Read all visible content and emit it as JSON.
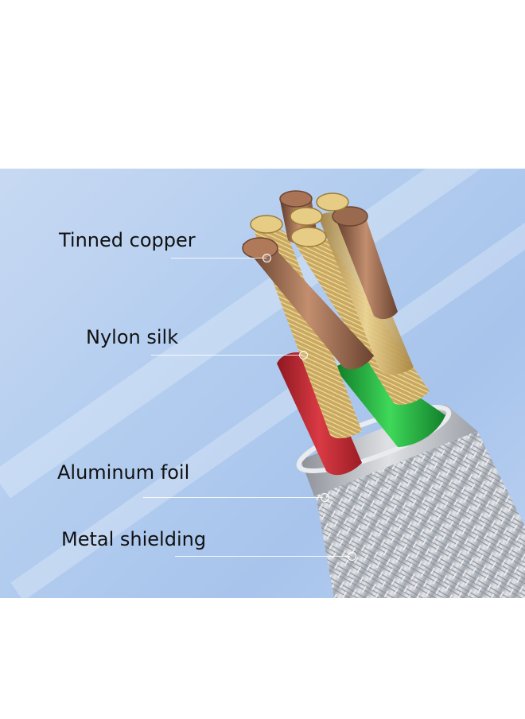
{
  "labels": {
    "tinned_copper": "Tinned copper",
    "nylon_silk": "Nylon silk",
    "aluminum_foil": "Aluminum foil",
    "metal_shielding": "Metal shielding"
  },
  "colors": {
    "background": "#b3cdef",
    "copper": "#9a6a4e",
    "tinned_strands": "#d8bb72",
    "red_wire": "#c4262f",
    "green_wire": "#1fb33a",
    "foil": "#b9bcc1",
    "braid": "#c9ccd2"
  }
}
